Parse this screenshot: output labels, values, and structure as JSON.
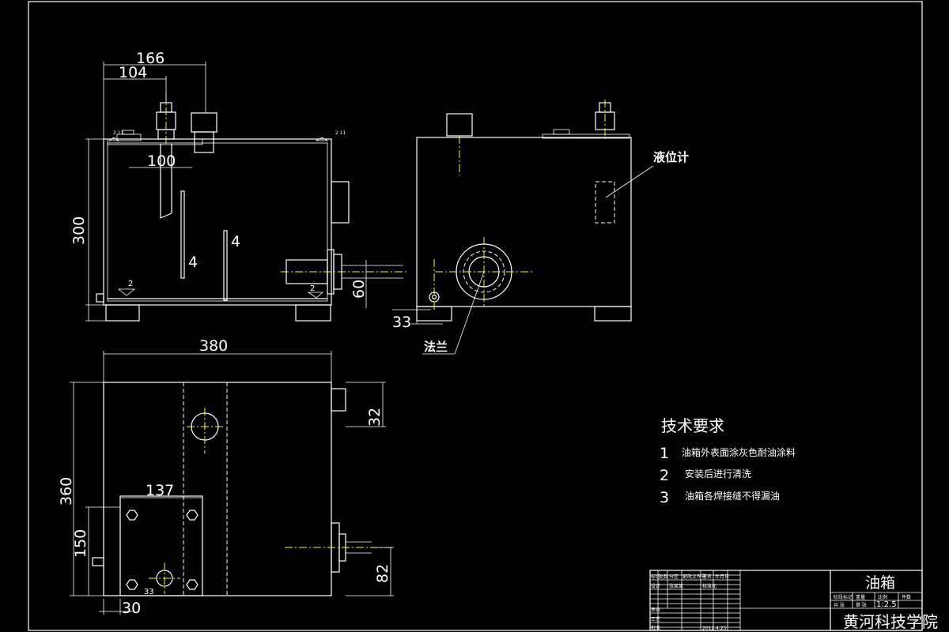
{
  "drawing": {
    "border_color": "#ffffff",
    "centerline_color": "#ffff00",
    "background": "#000000"
  },
  "front_view": {
    "dims": {
      "overall_top": "166",
      "inner_top": "104",
      "pipe_width": "100",
      "height": "300",
      "baffle_a": "4",
      "baffle_b": "4",
      "weld_bottom": "2",
      "weld_right": "2",
      "weld_top_left": "2 11",
      "weld_top_right": "2 11",
      "pipe_height": "60",
      "foot_offset": "33"
    }
  },
  "side_view": {
    "level_gauge_label": "液位计",
    "flange_label": "法兰"
  },
  "plan_view": {
    "dims": {
      "length": "380",
      "width": "360",
      "port_offset": "32",
      "cover_width": "137",
      "cover_height": "150",
      "outlet_offset": "82",
      "corner_x": "30",
      "corner_y": "33"
    }
  },
  "tech_requirements": {
    "heading": "技术要求",
    "items": [
      {
        "num": "1",
        "text": "油箱外表面涂灰色耐油涂料"
      },
      {
        "num": "2",
        "text": "安装后进行清洗"
      },
      {
        "num": "3",
        "text": "油箱各焊接缝不得漏油"
      }
    ]
  },
  "title_block": {
    "part_name": "油箱",
    "scale": "1:2.5",
    "company": "黄河科技学院",
    "date": "2012.4.25",
    "row_labels": [
      "标记",
      "处数",
      "分区",
      "更改文件号",
      "签名",
      "年月日"
    ],
    "left_labels": [
      "设计",
      "审核",
      "工艺",
      "批准"
    ],
    "designer": "张某某",
    "meta_labels": [
      "阶段标记",
      "重量",
      "比例"
    ],
    "sheet_labels": [
      "共 张",
      "第 张"
    ],
    "std_label": "标准化",
    "sheet_count": "件数"
  }
}
